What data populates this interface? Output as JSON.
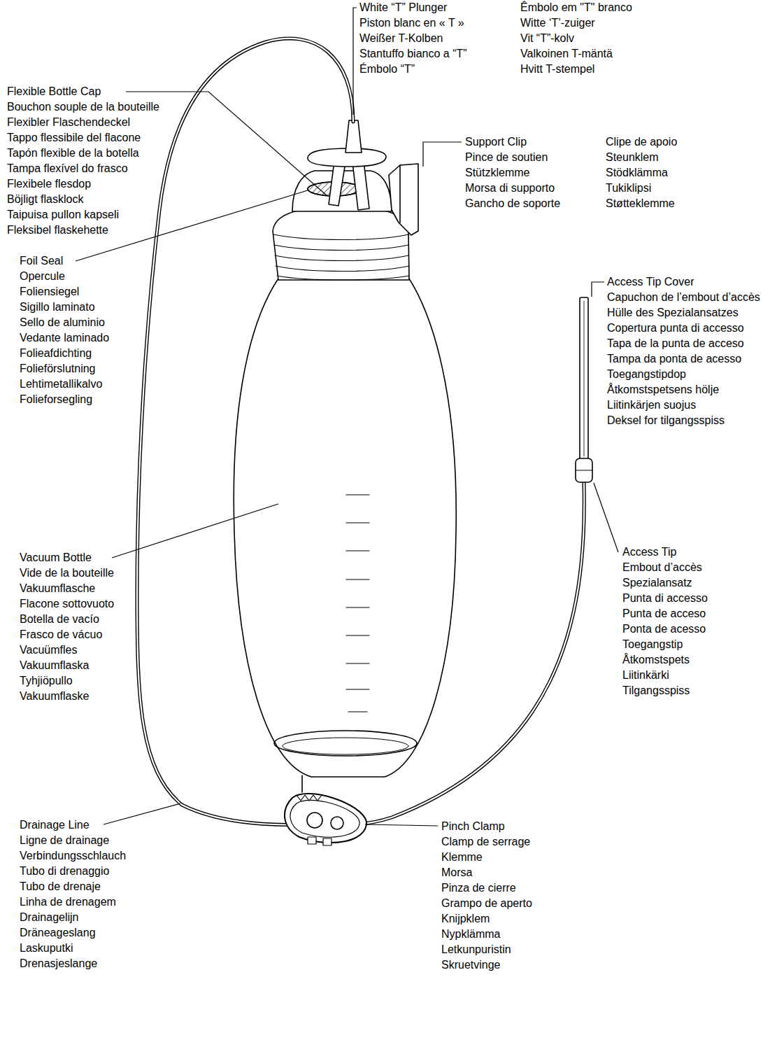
{
  "diagram": {
    "labels": [
      "White “T” Plunger",
      "Piston blanc en « T »",
      "Weißer T-Kolben",
      "Stantuffo bianco a “T”",
      "Émbolo “T”",
      "Êmbolo em \"T\" branco",
      "Witte ‘T’-zuiger",
      "Vit “T”-kolv",
      "Valkoinen T-mäntä",
      "Hvitt T-stempel",
      "Flexible Bottle Cap",
      "Bouchon souple de la bouteille",
      "Flexibler Flaschendeckel",
      "Tappo flessibile del flacone",
      "Tapón flexible de la botella",
      "Tampa flexível do frasco",
      "Flexibele flesdop",
      "Böjligt flasklock",
      "Taipuisa pullon kapseli",
      "Fleksibel flaskehette",
      "Support Clip",
      "Pince de soutien",
      "Stützklemme",
      "Morsa di supporto",
      "Gancho de soporte",
      "Clipe de apoio",
      "Steunklem",
      "Stödklämma",
      "Tukiklipsi",
      "Støtteklemme",
      "Access Tip Cover",
      "Capuchon de l’embout d’accès",
      "Hülle des Spezialansatzes",
      "Copertura punta di accesso",
      "Tapa de la punta de acceso",
      "Tampa da ponta de acesso",
      "Toegangstipdop",
      "Åtkomstspetsens hölje",
      "Liitinkärjen suojus",
      "Deksel for tilgangsspiss",
      "Foil Seal",
      "Opercule",
      "Foliensiegel",
      "Sigillo laminato",
      "Sello de aluminio",
      "Vedante laminado",
      "Folieafdichting",
      "Folieförslutning",
      "Lehtimetallikalvo",
      "Folieforsegling",
      "Access Tip",
      "Embout d’accès",
      "Spezialansatz",
      "Punta di accesso",
      "Punta de acceso",
      "Ponta de acesso",
      "Toegangstip",
      "Åtkomstspets",
      "Liitinkärki",
      "Tilgangsspiss",
      "Vacuum Bottle",
      "Vide de la bouteille",
      "Vakuumflasche",
      "Flacone sottovuoto",
      "Botella de vacío",
      "Frasco de vácuo",
      "Vacuümfles",
      "Vakuumflaska",
      "Tyhjiöpullo",
      "Vakuumflaske",
      "Drainage Line",
      "Ligne de drainage",
      "Verbindungsschlauch",
      "Tubo di drenaggio",
      "Tubo de drenaje",
      "Linha de drenagem",
      "Drainagelijn",
      "Dräneageslang",
      "Laskuputki",
      "Drenasjeslange",
      "Pinch Clamp",
      "Clamp de serrage",
      "Klemme",
      "Morsa",
      "Pinza de cierre",
      "Grampo de aperto",
      "Knijpklem",
      "Nypklämma",
      "Letkunpuristin",
      "Skruetvinge"
    ]
  }
}
